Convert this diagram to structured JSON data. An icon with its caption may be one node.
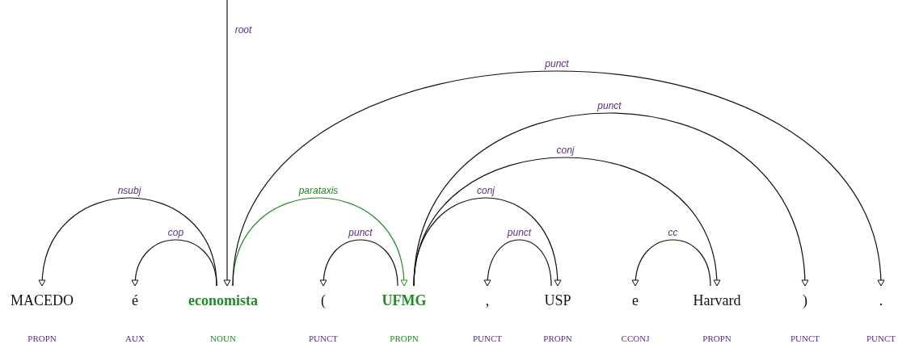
{
  "diagram": {
    "nodes": [
      {
        "text": [
          "MACEDO",
          "PROPN"
        ]
      },
      {
        "text": [
          "é",
          "AUX"
        ]
      },
      {
        "text": [
          "economista",
          "NOUN"
        ]
      },
      {
        "text": [
          "(",
          "PUNCT"
        ]
      },
      {
        "text": [
          "UFMG",
          "PROPN"
        ]
      },
      {
        "text": [
          ",",
          "PUNCT"
        ]
      },
      {
        "text": [
          "USP",
          "PROPN"
        ]
      },
      {
        "text": [
          "e",
          "CCONJ"
        ]
      },
      {
        "text": [
          "Harvard",
          "PROPN"
        ]
      },
      {
        "text": [
          ")",
          "PUNCT"
        ]
      },
      {
        "text": [
          ".",
          "PUNCT"
        ]
      }
    ],
    "edges": [
      {
        "from": null,
        "to": 2,
        "arrow": "to",
        "label": "root"
      },
      {
        "from": 2,
        "to": 0,
        "arrow": "to",
        "label": "nsubj"
      },
      {
        "from": 2,
        "to": 1,
        "arrow": "to",
        "label": "cop"
      },
      {
        "from": 2,
        "to": 4,
        "arrow": "to",
        "label": "parataxis",
        "color": "#228b22"
      },
      {
        "from": 4,
        "to": 3,
        "arrow": "to",
        "label": "punct"
      },
      {
        "from": 4,
        "to": 6,
        "arrow": "to",
        "label": "conj"
      },
      {
        "from": 6,
        "to": 5,
        "arrow": "to",
        "label": "punct"
      },
      {
        "from": 4,
        "to": 8,
        "arrow": "to",
        "label": "conj"
      },
      {
        "from": 8,
        "to": 7,
        "arrow": "to",
        "label": "cc"
      },
      {
        "from": 4,
        "to": 9,
        "arrow": "to",
        "label": "punct"
      },
      {
        "from": 2,
        "to": 10,
        "arrow": "to",
        "label": "punct"
      }
    ]
  }
}
